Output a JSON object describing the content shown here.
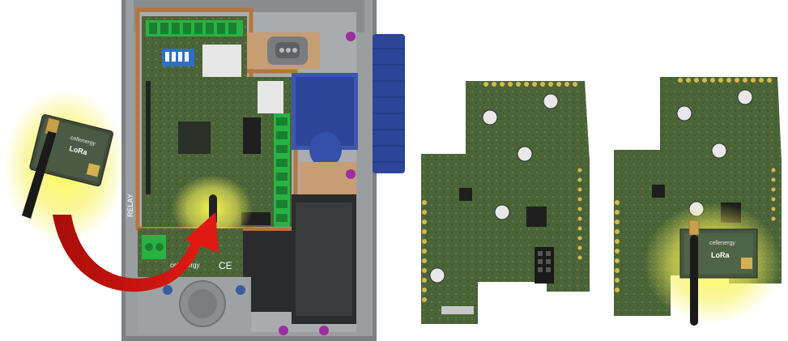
{
  "module": {
    "brand": "cellenergy",
    "name": "LoRa",
    "name_suffix": "™"
  },
  "enclosure": {
    "relay_label": "RELAY",
    "pcb_label": "CE",
    "pcb_brand": "cellenergy"
  },
  "colors": {
    "pcb_green": "#4f6a3b",
    "pcb_dark": "#3d5230",
    "gold_pin": "#d7b84a",
    "enclosure_gray": "#8a8d90",
    "copper_frame": "#b07a45",
    "blue_cap": "#2f4aa0",
    "terminal_green": "#2fbf45",
    "arrow_red": "#c0120e",
    "glow_yellow": "#f7f25a",
    "antenna_black": "#1a1a1a"
  },
  "icons": {
    "arrow": "curved-arrow-icon",
    "antenna": "antenna-icon"
  }
}
